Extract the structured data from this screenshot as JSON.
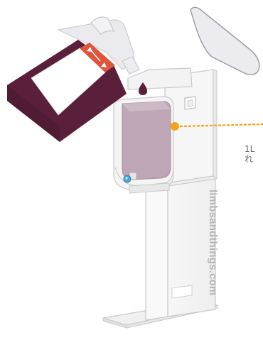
{
  "illustration": {
    "domain_label": "limbsandthings.com",
    "callout_lines": [
      "1L",
      "れ"
    ]
  },
  "colors": {
    "liquid": "#5a1f3a",
    "liquid_in_tank": "#bfa6b6",
    "label_stripe": "#e0553a",
    "callout": "#f2a51c",
    "stand_outline": "#c9c9c9",
    "tap": "#47a7d6"
  },
  "icons": [
    "refill-bottle-icon",
    "bottle-lid-icon",
    "liquid-drop-icon",
    "dispenser-tank-icon",
    "tap-icon",
    "floor-stand-icon"
  ]
}
